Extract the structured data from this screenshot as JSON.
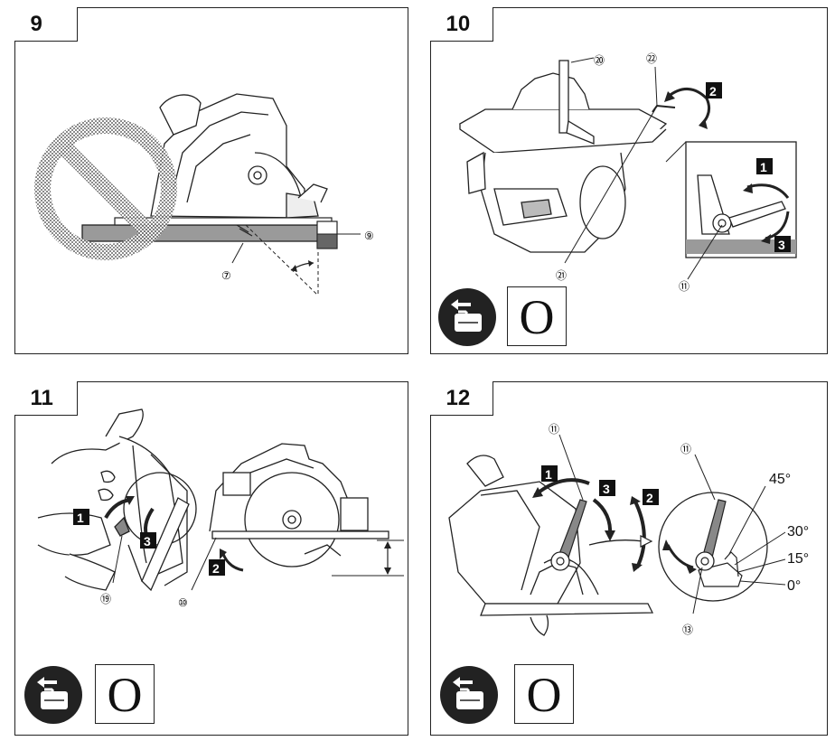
{
  "panels": [
    {
      "number": "9",
      "callouts": {
        "c9": "⑨",
        "c7": "⑦"
      }
    },
    {
      "number": "10",
      "callouts": {
        "c20": "⑳",
        "c22": "㉒",
        "c21": "㉑",
        "c11": "⑪"
      },
      "steps": {
        "s1": "1",
        "s2": "2",
        "s3": "3"
      },
      "mode_letter": "O"
    },
    {
      "number": "11",
      "callouts": {
        "c19": "⑲",
        "c10": "⑩"
      },
      "steps": {
        "s1": "1",
        "s2": "2",
        "s3": "3"
      },
      "mode_letter": "O"
    },
    {
      "number": "12",
      "callouts": {
        "c11a": "⑪",
        "c11b": "⑪",
        "c13": "⑬"
      },
      "steps": {
        "s1": "1",
        "s2": "2",
        "s3": "3"
      },
      "angles": {
        "a45": "45°",
        "a30": "30°",
        "a15": "15°",
        "a0": "0°"
      },
      "mode_letter": "O"
    }
  ],
  "icons": {
    "battery_remove": "battery-remove-icon",
    "prohibited": "prohibition-icon"
  }
}
